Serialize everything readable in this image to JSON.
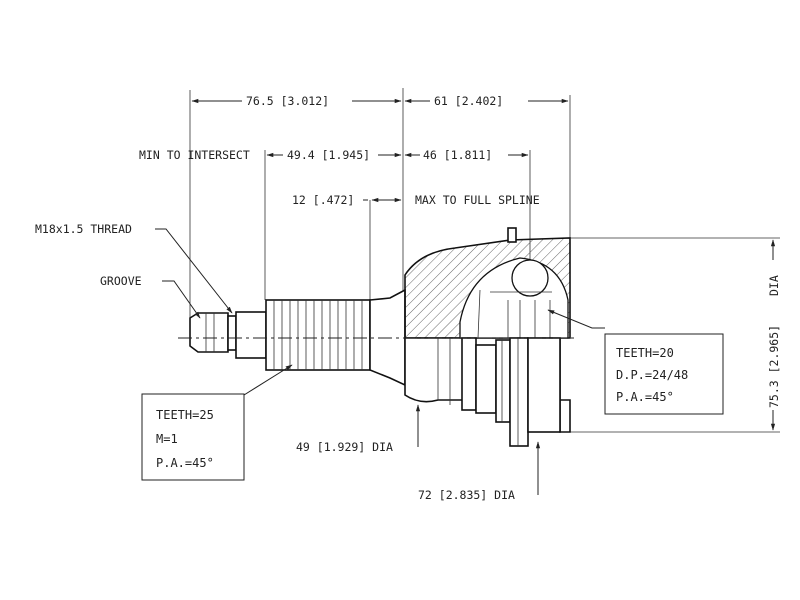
{
  "dims": {
    "top_left": "76.5 [3.012]",
    "top_right": "61 [2.402]",
    "mid_left_note": "MIN TO INTERSECT",
    "mid_left": "49.4 [1.945]",
    "mid_right": "46 [1.811]",
    "spline_left": "12 [.472]",
    "spline_note": "MAX TO FULL SPLINE",
    "thread": "M18x1.5 THREAD",
    "groove": "GROOVE",
    "dia_49": "49 [1.929] DIA",
    "dia_72": "72 [2.835] DIA",
    "dia_75": "75.3 [2.965]",
    "dia_75_suffix": "DIA"
  },
  "boxes": {
    "left": [
      "TEETH=25",
      "M=1",
      "P.A.=45°"
    ],
    "right": [
      "TEETH=20",
      "D.P.=24/48",
      "P.A.=45°"
    ]
  }
}
